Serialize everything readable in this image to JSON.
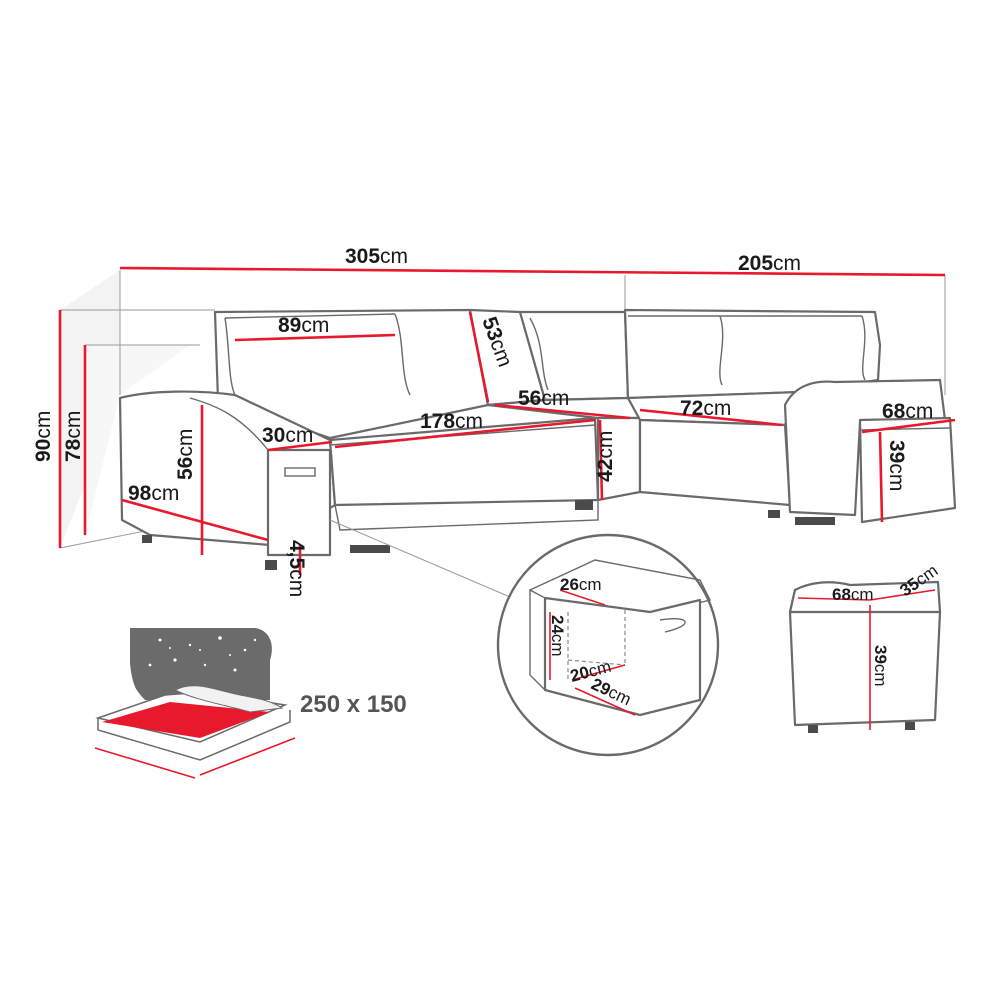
{
  "dimensions": {
    "total_width": {
      "value": "305",
      "unit": "cm"
    },
    "corner_width": {
      "value": "205",
      "unit": "cm"
    },
    "total_height": {
      "value": "90",
      "unit": "cm"
    },
    "back_height": {
      "value": "78",
      "unit": "cm"
    },
    "backrest_length": {
      "value": "89",
      "unit": "cm"
    },
    "corner_backrest": {
      "value": "53",
      "unit": "cm"
    },
    "corner_seat_depth": {
      "value": "56",
      "unit": "cm"
    },
    "right_seat_width": {
      "value": "72",
      "unit": "cm"
    },
    "pouf_top_width": {
      "value": "68",
      "unit": "cm"
    },
    "pouf_top_height": {
      "value": "39",
      "unit": "cm"
    },
    "armrest_width": {
      "value": "30",
      "unit": "cm"
    },
    "seat_width": {
      "value": "178",
      "unit": "cm"
    },
    "armrest_height": {
      "value": "56",
      "unit": "cm"
    },
    "seat_height": {
      "value": "42",
      "unit": "cm"
    },
    "depth": {
      "value": "98",
      "unit": "cm"
    },
    "leg_height": {
      "value": "4,5",
      "unit": "cm"
    }
  },
  "storage_detail": {
    "width": {
      "value": "26",
      "unit": "cm"
    },
    "height": {
      "value": "24",
      "unit": "cm"
    },
    "inner_depth": {
      "value": "20",
      "unit": "cm"
    },
    "length": {
      "value": "29",
      "unit": "cm"
    }
  },
  "pouf": {
    "width": {
      "value": "68",
      "unit": "cm"
    },
    "depth": {
      "value": "35",
      "unit": "cm"
    },
    "height": {
      "value": "39",
      "unit": "cm"
    }
  },
  "sleeping_area": {
    "label": "250 x 150"
  },
  "colors": {
    "accent": "#e8192c",
    "outline": "#6a6a6a",
    "night_sky": "#6b6b6b"
  },
  "icons": {
    "bed": "bed-icon",
    "stars": "night-sky-icon"
  }
}
